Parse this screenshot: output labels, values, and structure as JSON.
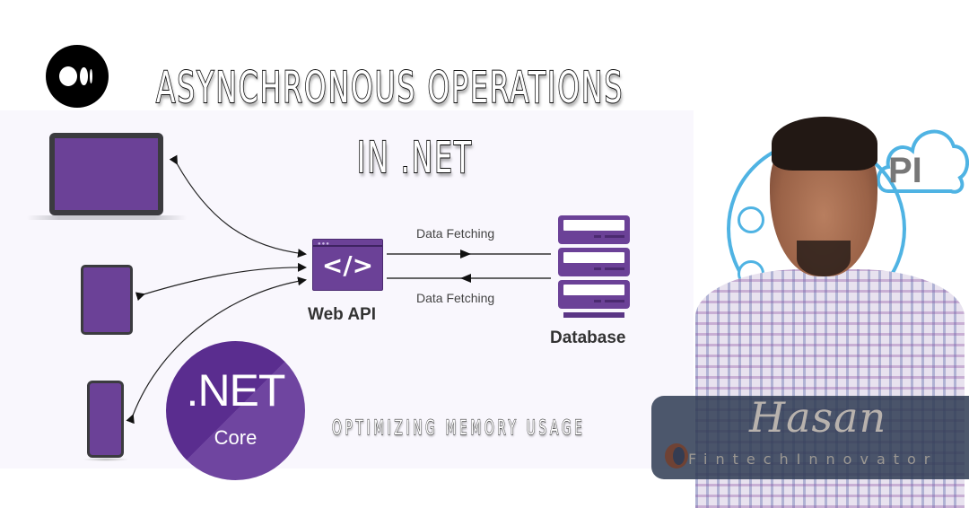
{
  "header": {
    "logo": "medium-logo",
    "title_line1": "ASYNCHRONOUS OPERATIONS",
    "title_line2": "IN .NET",
    "subtitle": "OPTIMIZING MEMORY USAGE"
  },
  "diagram": {
    "clients": [
      "laptop",
      "tablet",
      "phone"
    ],
    "server": {
      "label": "Web API",
      "icon": "code-window-icon",
      "code_glyph": "</>",
      "window_dots": "●●●"
    },
    "database": {
      "label": "Database",
      "icon": "server-stack-icon"
    },
    "flows": [
      {
        "label": "Data Fetching",
        "direction": "to-database"
      },
      {
        "label": "Data Fetching",
        "direction": "to-web-api"
      }
    ],
    "colors": {
      "accent": "#6b4197",
      "background": "#f9f7fd",
      "arrow": "#111111"
    }
  },
  "badge": {
    "line1": ".NET",
    "line2": "Core",
    "colors": {
      "dark": "#5a2d8f",
      "light": "#6f45a0"
    }
  },
  "author": {
    "name": "Hasan",
    "tagline": "FintechInnovator",
    "background_graphic_text": "PI",
    "colors": {
      "banner": "#303c54",
      "text": "#b8b2ad",
      "cloud": "#4fb3e3"
    }
  }
}
